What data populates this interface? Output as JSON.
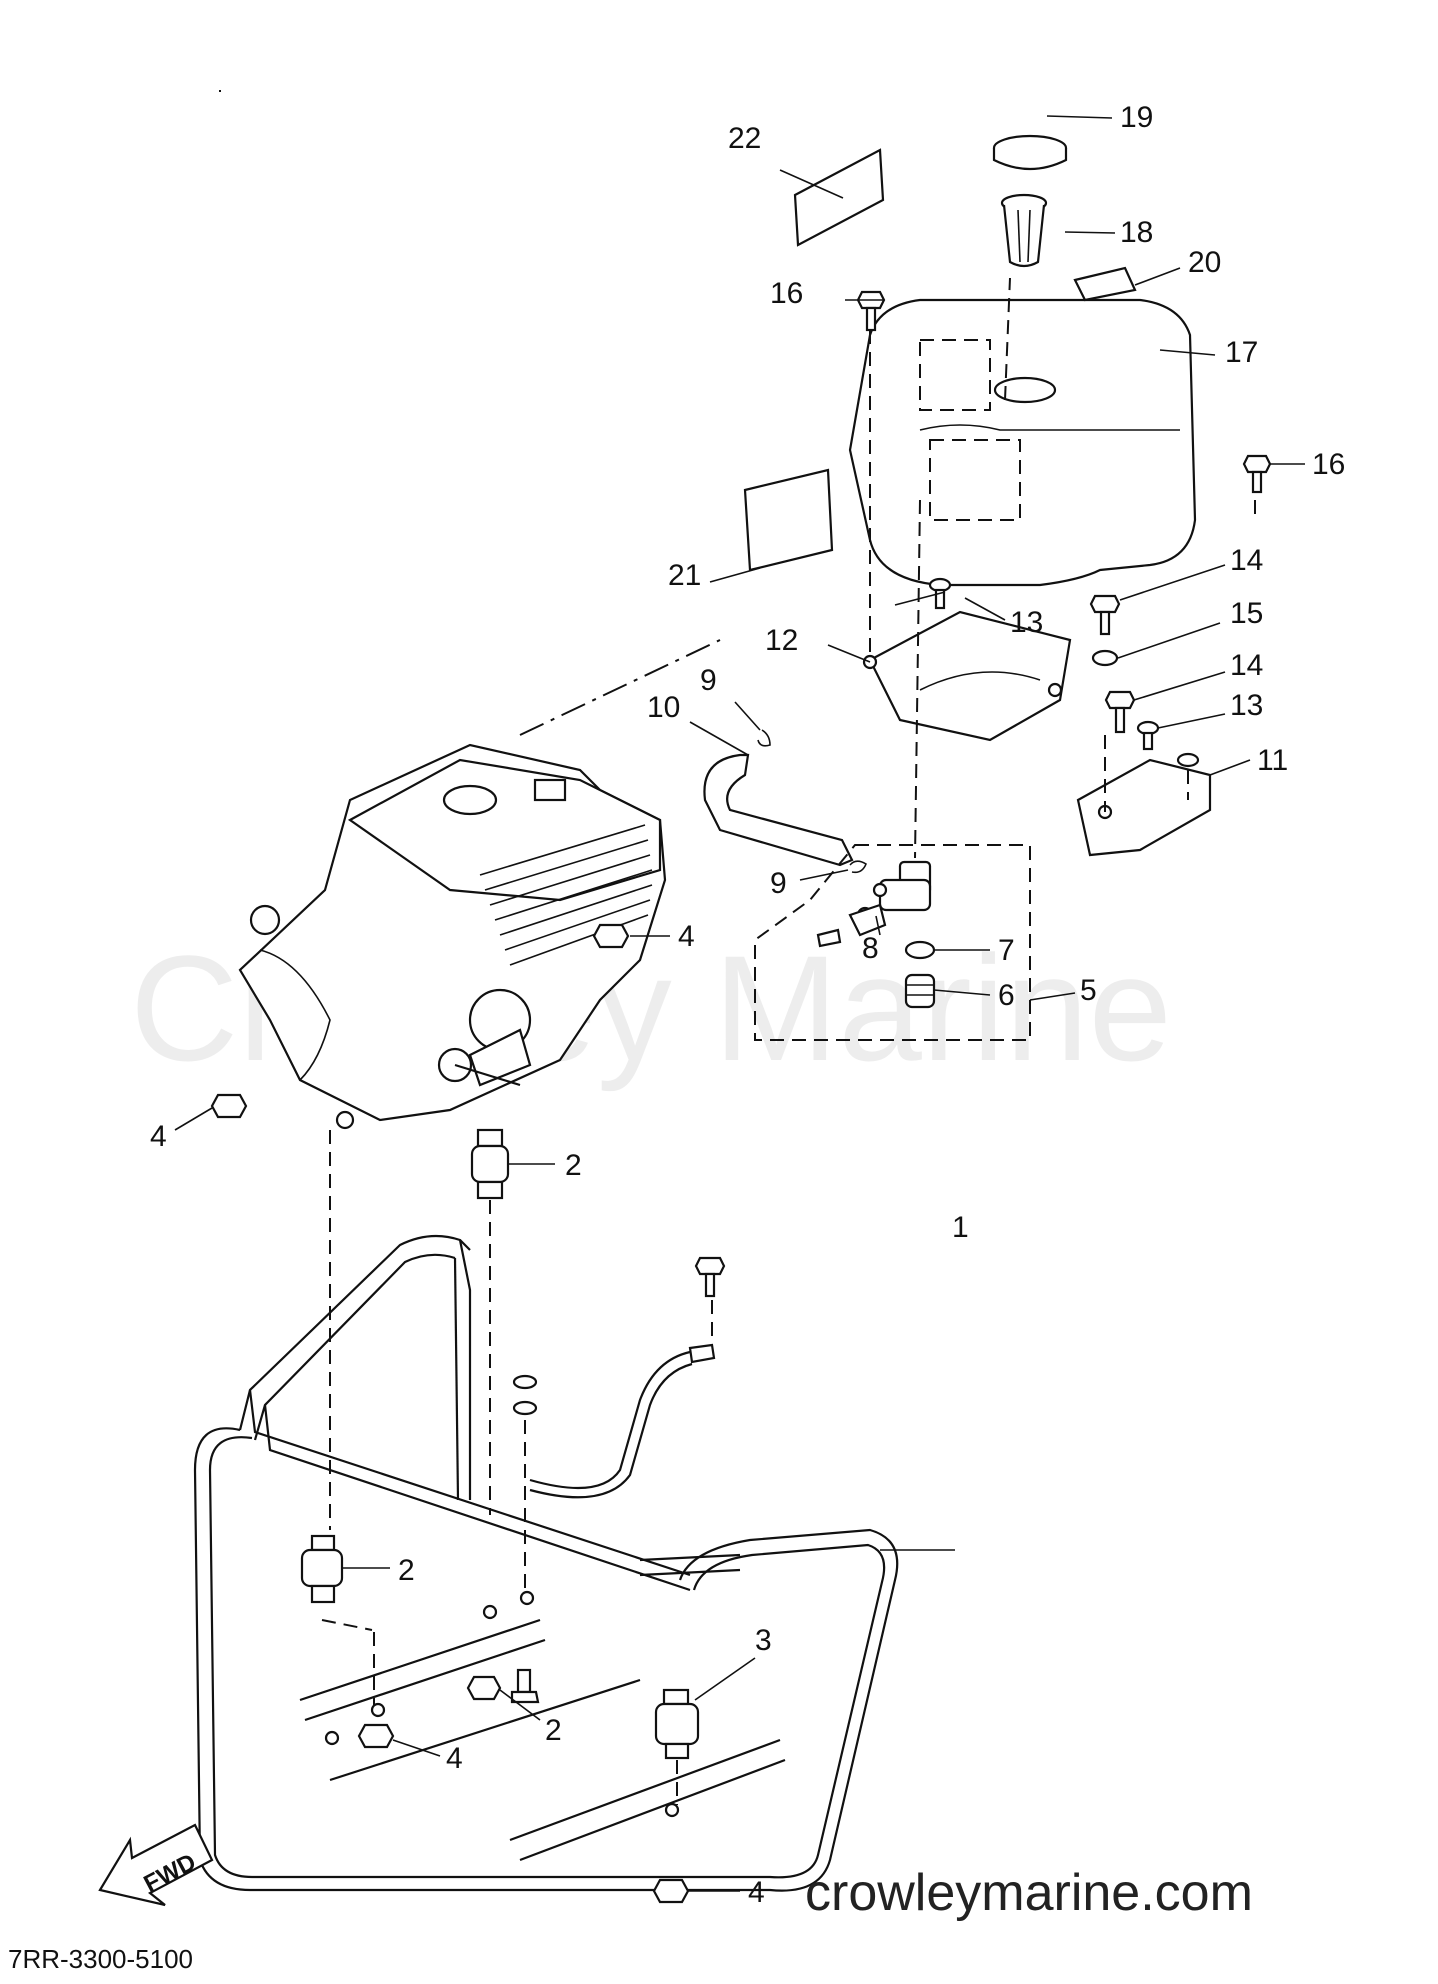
{
  "watermark": "Crowley Marine",
  "footer": {
    "url": "crowleymarine.com",
    "part_code": "7RR-3300-5100"
  },
  "direction_label": "FWD",
  "callouts": [
    "1",
    "2",
    "2",
    "2",
    "3",
    "4",
    "4",
    "4",
    "4",
    "5",
    "6",
    "7",
    "8",
    "9",
    "9",
    "10",
    "11",
    "12",
    "13",
    "13",
    "14",
    "14",
    "15",
    "16",
    "16",
    "17",
    "18",
    "19",
    "20",
    "21",
    "22"
  ]
}
